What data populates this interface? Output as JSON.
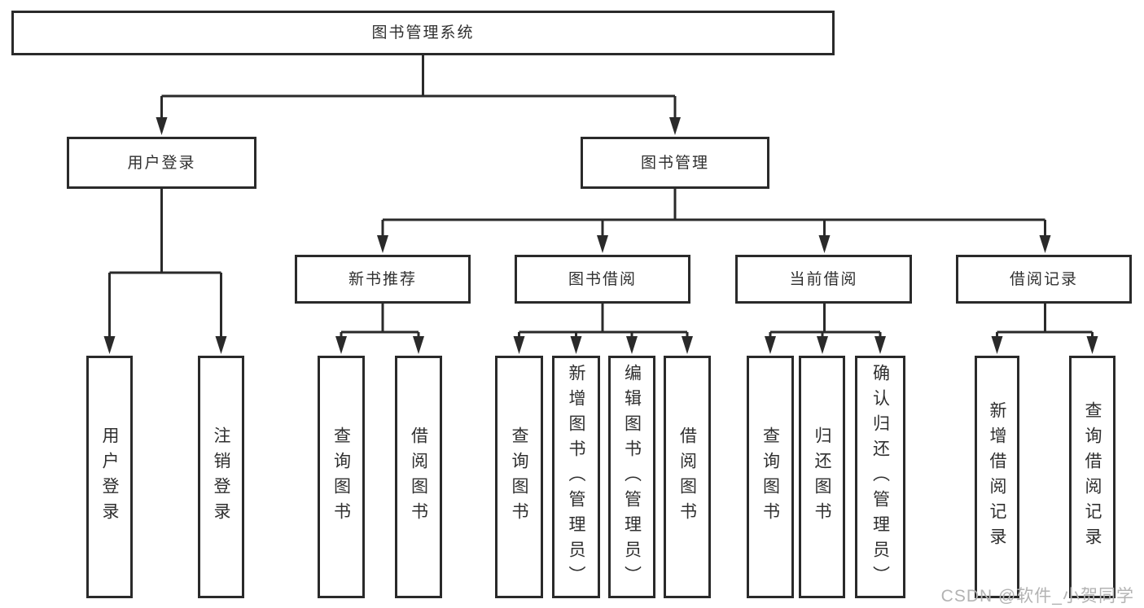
{
  "diagram": {
    "root": "图书管理系统",
    "level2": {
      "user_login": "用户登录",
      "book_management": "图书管理"
    },
    "level3": {
      "new_book_recommend": "新书推荐",
      "book_borrow": "图书借阅",
      "current_borrow": "当前借阅",
      "borrow_records": "借阅记录"
    },
    "leaves": {
      "user_login": "用户登录",
      "logout": "注销登录",
      "nb_query_books": "查询图书",
      "nb_borrow_books": "借阅图书",
      "bb_query_books": "查询图书",
      "bb_add_books": "新增图书（管理员）",
      "bb_edit_books": "编辑图书（管理员）",
      "bb_borrow_books": "借阅图书",
      "cb_query_books": "查询图书",
      "cb_return_books": "归还图书",
      "cb_confirm_return": "确认归还（管理员）",
      "rec_add_record": "新增借阅记录",
      "rec_query_record": "查询借阅记录"
    }
  },
  "watermark": {
    "text": "CSDN @软件_小贺同学"
  },
  "colors": {
    "line": "#2a2a2a",
    "text": "#2f2f2f",
    "watermark": "#b3b3b3",
    "background": "#ffffff"
  }
}
